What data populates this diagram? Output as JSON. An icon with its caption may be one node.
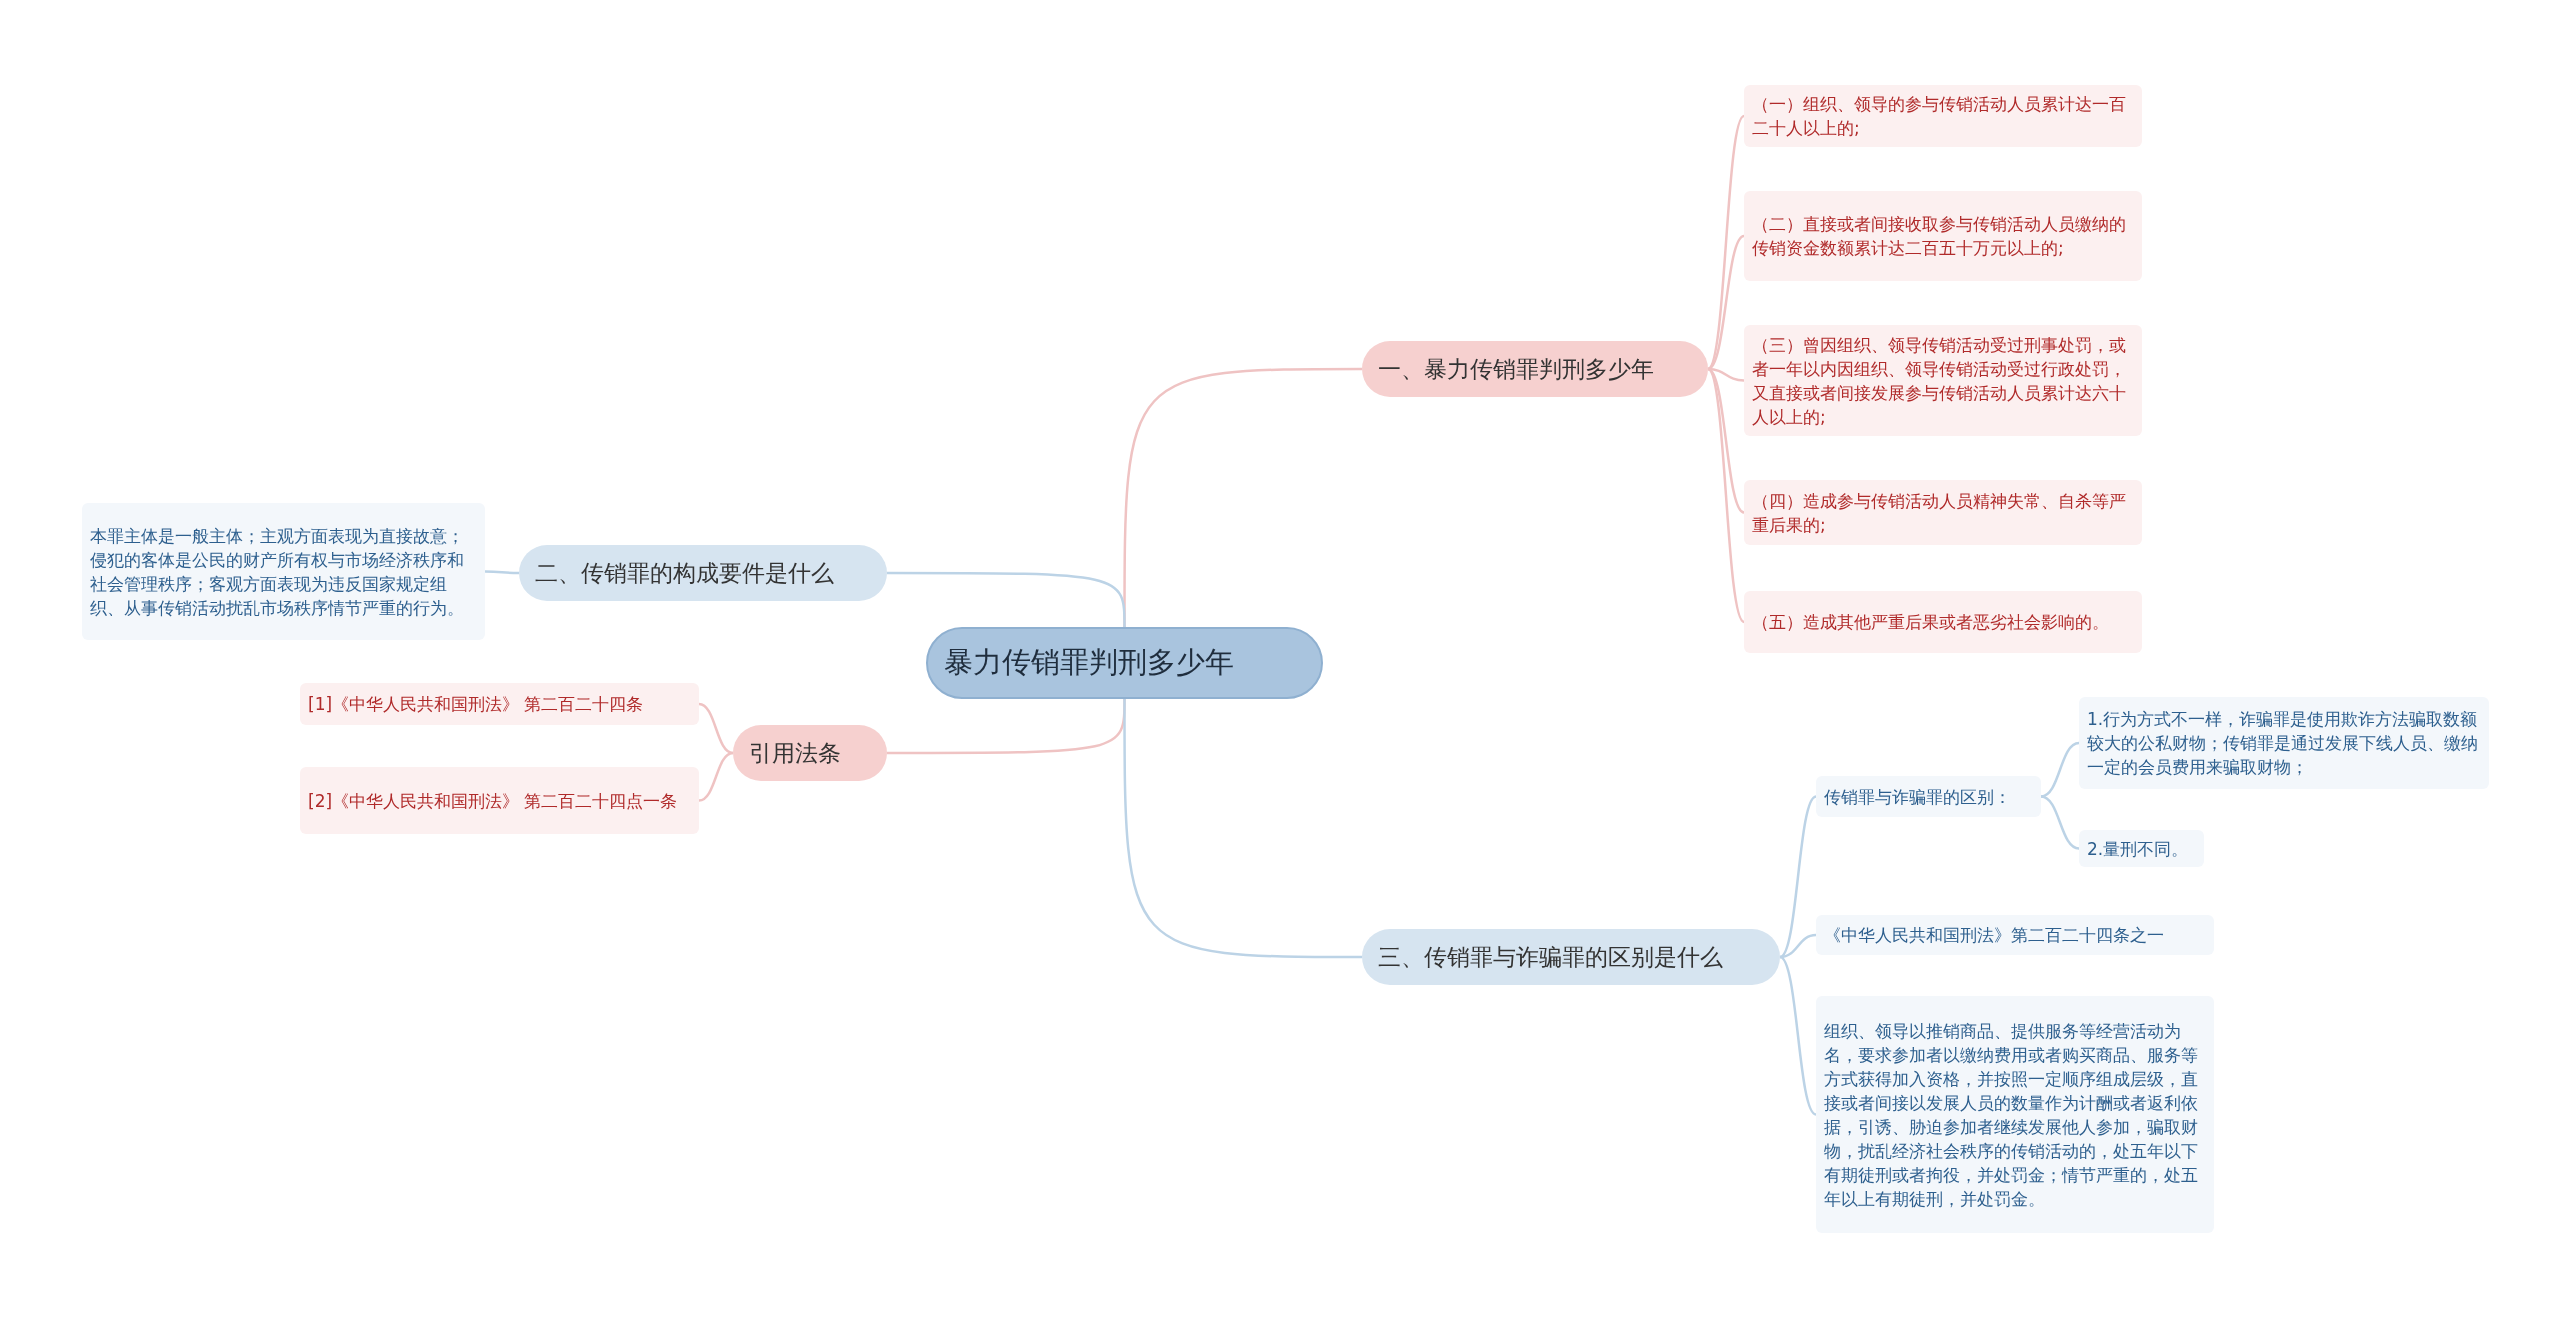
{
  "diagram": {
    "nodes": [
      {
        "text": [
          "暴力传销罪判刑多少年"
        ]
      },
      {
        "text": [
          "一、暴力传销罪判刑多少年"
        ]
      },
      {
        "text": [
          "（一）组织、领导的参与传销活动人员累计达一百二十人以上的;"
        ]
      },
      {
        "text": [
          "（二）直接或者间接收取参与传销活动人员缴纳的传销资金数额累计达二百五十万元以上的;"
        ]
      },
      {
        "text": [
          "（三）曾因组织、领导传销活动受过刑事处罚，或者一年以内因组织、领导传销活动受过行政处罚，又直接或者间接发展参与传销活动人员累计达六十人以上的;"
        ]
      },
      {
        "text": [
          "（四）造成参与传销活动人员精神失常、自杀等严重后果的;"
        ]
      },
      {
        "text": [
          "（五）造成其他严重后果或者恶劣社会影响的。"
        ]
      },
      {
        "text": [
          "二、传销罪的构成要件是什么"
        ]
      },
      {
        "text": [
          "本罪主体是一般主体；主观方面表现为直接故意；侵犯的客体是公民的财产所有权与市场经济秩序和社会管理秩序；客观方面表现为违反国家规定组织、从事传销活动扰乱市场秩序情节严重的行为。"
        ]
      },
      {
        "text": [
          "引用法条"
        ]
      },
      {
        "text": [
          "[1]《中华人民共和国刑法》 第二百二十四条"
        ]
      },
      {
        "text": [
          "[2]《中华人民共和国刑法》 第二百二十四点一条"
        ]
      },
      {
        "text": [
          "三、传销罪与诈骗罪的区别是什么"
        ]
      },
      {
        "text": [
          "传销罪与诈骗罪的区别："
        ]
      },
      {
        "text": [
          "1.行为方式不一样，诈骗罪是使用欺诈方法骗取数额较大的公私财物；传销罪是通过发展下线人员、缴纳一定的会员费用来骗取财物；"
        ]
      },
      {
        "text": [
          "2.量刑不同。"
        ]
      },
      {
        "text": [
          "《中华人民共和国刑法》第二百二十四条之一"
        ]
      },
      {
        "text": [
          "组织、领导以推销商品、提供服务等经营活动为名，要求参加者以缴纳费用或者购买商品、服务等方式获得加入资格，并按照一定顺序组成层级，直接或者间接以发展人员的数量作为计酬或者返利依据，引诱、胁迫参加者继续发展他人参加，骗取财物，扰乱经济社会秩序的传销活动的，处五年以下有期徒刑或者拘役，并处罚金；情节严重的，处五年以上有期徒刑，并处罚金。"
        ]
      }
    ],
    "edges": [
      {
        "from": 0,
        "to": 1,
        "arrow": "none"
      },
      {
        "from": 1,
        "to": 2,
        "arrow": "none"
      },
      {
        "from": 1,
        "to": 3,
        "arrow": "none"
      },
      {
        "from": 1,
        "to": 4,
        "arrow": "none"
      },
      {
        "from": 1,
        "to": 5,
        "arrow": "none"
      },
      {
        "from": 1,
        "to": 6,
        "arrow": "none"
      },
      {
        "from": 0,
        "to": 7,
        "arrow": "none",
        "color": "#bcd3e6"
      },
      {
        "from": 7,
        "to": 8,
        "arrow": "none",
        "color": "#bcd3e6"
      },
      {
        "from": 0,
        "to": 9,
        "arrow": "none"
      },
      {
        "from": 9,
        "to": 10,
        "arrow": "none"
      },
      {
        "from": 9,
        "to": 11,
        "arrow": "none"
      },
      {
        "from": 0,
        "to": 12,
        "arrow": "none",
        "color": "#bcd3e6"
      },
      {
        "from": 12,
        "to": 13,
        "arrow": "none",
        "color": "#bcd3e6"
      },
      {
        "from": 13,
        "to": 14,
        "arrow": "none",
        "color": "#bcd3e6"
      },
      {
        "from": 13,
        "to": 15,
        "arrow": "none",
        "color": "#bcd3e6"
      },
      {
        "from": 12,
        "to": 16,
        "arrow": "none",
        "color": "#bcd3e6"
      },
      {
        "from": 12,
        "to": 17,
        "arrow": "none",
        "color": "#bcd3e6"
      }
    ]
  }
}
